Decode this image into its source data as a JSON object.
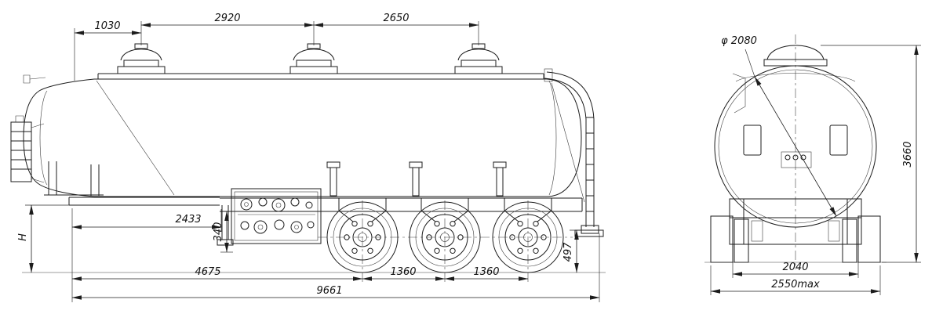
{
  "sheet": {
    "background": "#ffffff",
    "line_color": "#1c1c1c",
    "subject": "tank semi-trailer dimensional drawing, side view and rear view"
  },
  "side_view": {
    "dims": {
      "front_overhang": "1030",
      "manhole_pitch_1": "2920",
      "manhole_pitch_2": "2650",
      "kingpin_distance": "2433",
      "coupling_height": "H",
      "gooseneck_height": "340",
      "rear_clearance": "497",
      "front_to_first_axle": "4675",
      "axle_pitch_1": "1360",
      "axle_pitch_2": "1360",
      "overall_length": "9661"
    }
  },
  "rear_view": {
    "dims": {
      "tank_diameter": "φ 2080",
      "overall_height": "3660",
      "frame_width": "2040",
      "overall_width": "2550max"
    }
  }
}
